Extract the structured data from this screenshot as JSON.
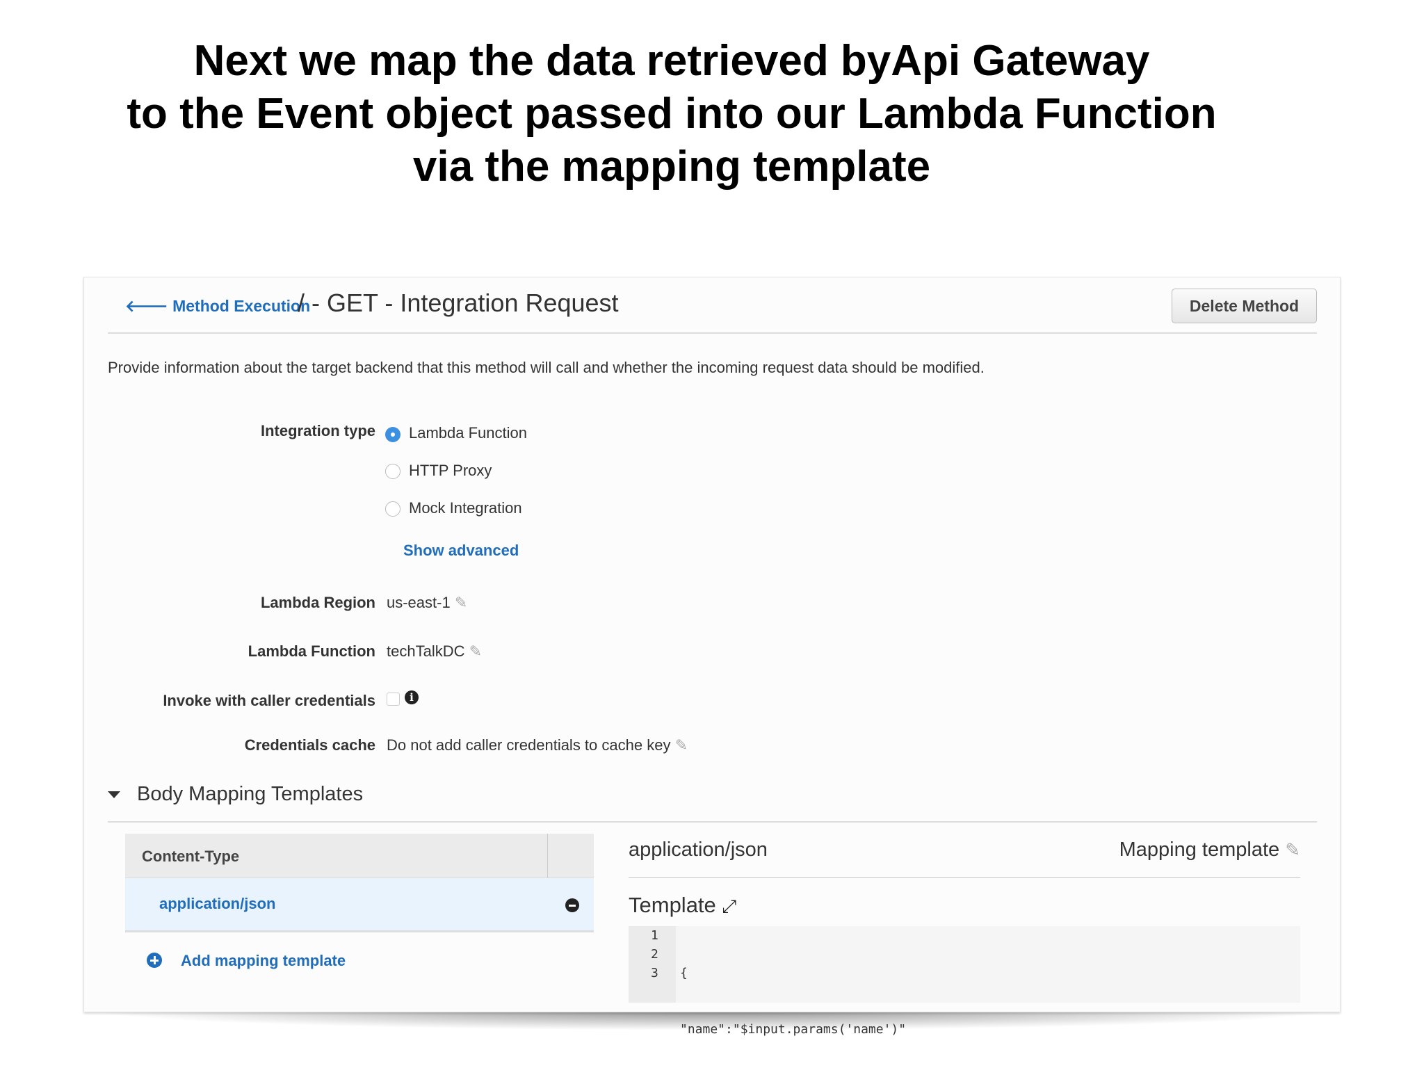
{
  "slide": {
    "title_lines": [
      "Next we map the data retrieved byApi Gateway",
      "to the Event object passed into our Lambda Function",
      "via the mapping template"
    ]
  },
  "header": {
    "back_link": "Method Execution",
    "title": "/ - GET - Integration Request",
    "delete_button": "Delete Method"
  },
  "description": "Provide information about the target backend that this method will call and whether the incoming request data should be modified.",
  "form": {
    "integration_type_label": "Integration type",
    "integration_options": [
      {
        "label": "Lambda Function",
        "selected": true
      },
      {
        "label": "HTTP Proxy",
        "selected": false
      },
      {
        "label": "Mock Integration",
        "selected": false
      }
    ],
    "show_advanced": "Show advanced",
    "lambda_region_label": "Lambda Region",
    "lambda_region": "us-east-1",
    "lambda_function_label": "Lambda Function",
    "lambda_function": "techTalkDC",
    "invoke_label": "Invoke with caller credentials",
    "invoke_checked": false,
    "cache_label": "Credentials cache",
    "cache_value": "Do not add caller credentials to cache key"
  },
  "body_mapping": {
    "section_title": "Body Mapping Templates",
    "table_header": "Content-Type",
    "rows": [
      "application/json"
    ],
    "add_template": "Add mapping template",
    "detail_title": "application/json",
    "detail_type": "Mapping template",
    "template_label": "Template",
    "code_lines": [
      {
        "n": "1",
        "text": "{"
      },
      {
        "n": "2",
        "text": "\"name\":\"$input.params('name')\""
      },
      {
        "n": "3",
        "text": "}"
      }
    ]
  },
  "colors": {
    "link": "#1f6dbb",
    "selected_row": "#e8f3fd",
    "radio_on": "#3d8fe0"
  }
}
